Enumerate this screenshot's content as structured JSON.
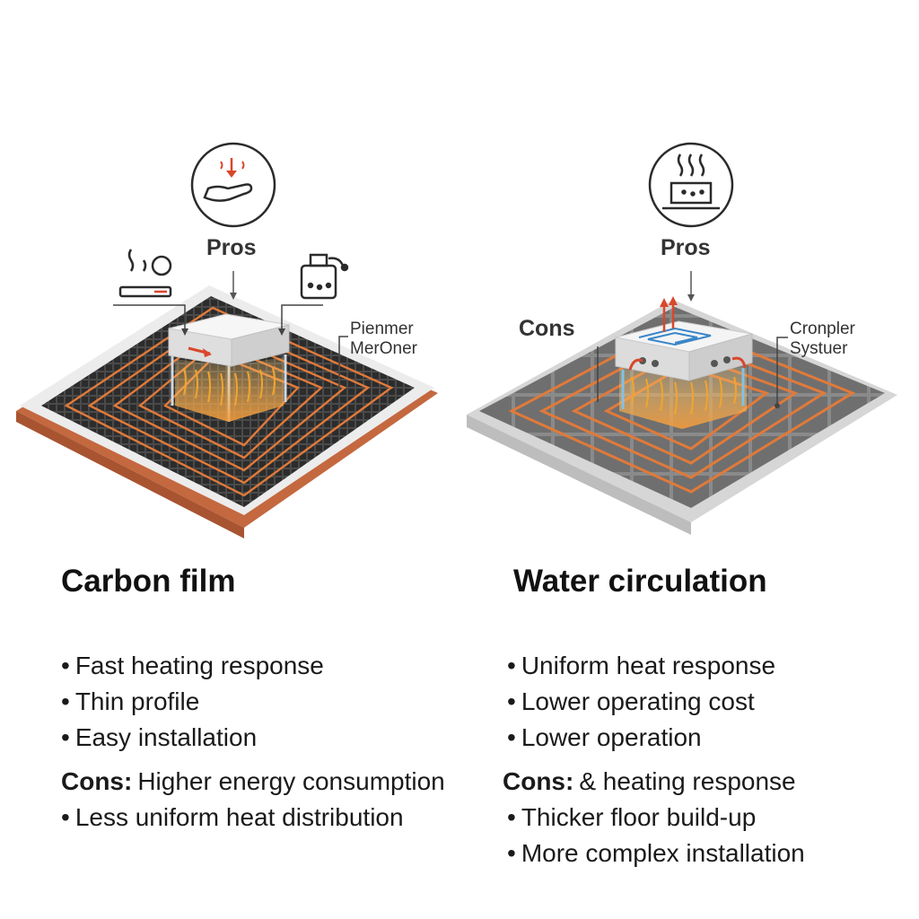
{
  "left": {
    "pros_label": "Pros",
    "callout_lines": [
      "Pienmer",
      "MerOner"
    ],
    "title": "Carbon film",
    "pros": [
      "Fast heating response",
      "Thin profile",
      "Easy installation"
    ],
    "cons_label": "Cons:",
    "cons_first": "Higher energy consumption",
    "cons_rest": [
      "Less uniform heat distribution"
    ]
  },
  "right": {
    "pros_label": "Pros",
    "cons_label_top": "Cons",
    "callout_lines": [
      "Cronpler",
      "Systuer"
    ],
    "title": "Water circulation",
    "pros": [
      "Uniform heat response",
      "Lower operating cost",
      "Lower operation"
    ],
    "cons_label": "Cons:",
    "cons_first": "& heating response",
    "cons_rest": [
      "Thicker floor build-up",
      "More complex installation"
    ]
  },
  "colors": {
    "heating_wire": "#e07a3a",
    "copper_edge": "#b5532f",
    "arrow_red": "#d9472b",
    "water_blue": "#3a86c8",
    "icon_stroke": "#2b2b2b"
  },
  "icons": {
    "left_top": "hand-heat-icon",
    "left_a": "stove-heat-icon",
    "left_b": "bottle-icon",
    "right_top": "heated-floor-icon"
  }
}
